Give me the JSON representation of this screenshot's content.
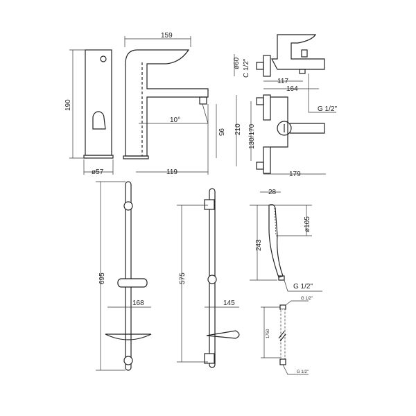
{
  "basin_mixer": {
    "height": "190",
    "base_diameter": "ø57",
    "length": "159",
    "angle": "10°",
    "spout_height": "95",
    "reach": "119"
  },
  "bath_mixer": {
    "body_diameter": "ø60",
    "inlet": "C 1/2\"",
    "dim_117": "117",
    "dim_164": "164",
    "outlet": "G 1/2\"",
    "height": "210",
    "centers": "130/170",
    "width": "179"
  },
  "rail_kit": {
    "rail_length": "695",
    "dish_width": "168"
  },
  "slide_rail": {
    "rail_length": "575",
    "holder_width": "145"
  },
  "hand_shower": {
    "thickness": "28",
    "head_diameter": "ø105",
    "length": "243",
    "connector": "G 1/2\""
  },
  "hose": {
    "top_thread": "G 1/2\"",
    "length": "1750",
    "bottom_thread": "G 1/2\""
  }
}
